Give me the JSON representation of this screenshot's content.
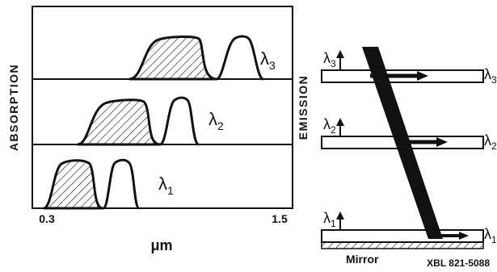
{
  "left_panel": {
    "y_axis_label": "ABSORPTION",
    "right_axis_label": "EMISSION",
    "x_tick_min": "0.3",
    "x_tick_max": "1.5",
    "x_unit_label": "μm",
    "bands": [
      {
        "label_main": "λ",
        "label_sub": "3"
      },
      {
        "label_main": "λ",
        "label_sub": "2"
      },
      {
        "label_main": "λ",
        "label_sub": "1"
      }
    ]
  },
  "right_panel": {
    "layers": [
      {
        "left_main": "λ",
        "left_sub": "3",
        "right_main": "λ",
        "right_sub": "3"
      },
      {
        "left_main": "λ",
        "left_sub": "2",
        "right_main": "λ",
        "right_sub": "2"
      },
      {
        "left_main": "λ",
        "left_sub": "1",
        "right_main": "λ",
        "right_sub": "1"
      }
    ],
    "mirror_label": "Mirror"
  },
  "footer": {
    "figure_id": "XBL 821-5088"
  },
  "colors": {
    "ink": "#111111",
    "background": "#ffffff"
  }
}
